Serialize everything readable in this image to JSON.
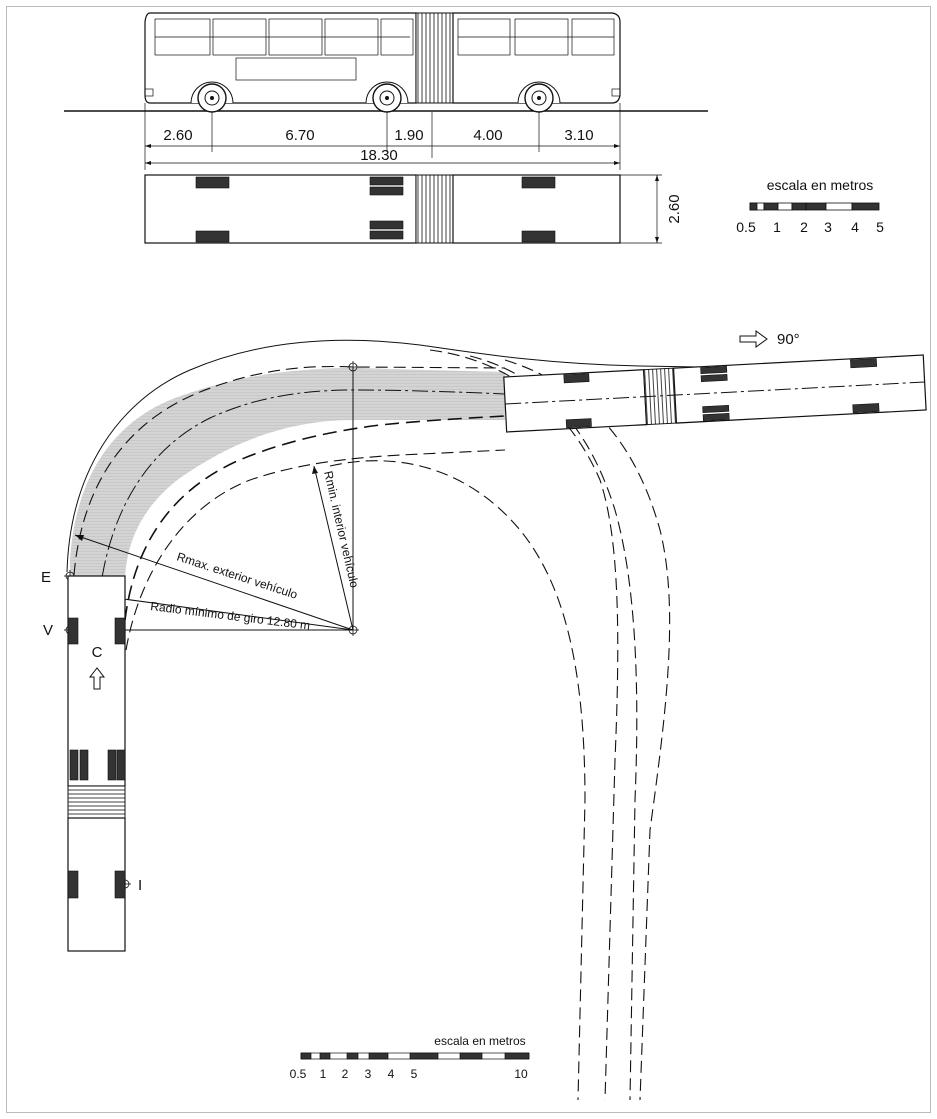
{
  "side_view": {
    "dims": [
      "2.60",
      "6.70",
      "1.90",
      "4.00",
      "3.10"
    ],
    "total": "18.30"
  },
  "plan_view": {
    "width_dim": "2.60"
  },
  "scale_small": {
    "title": "escala en metros",
    "ticks": [
      "0.5",
      "1",
      "2",
      "3",
      "4",
      "5"
    ]
  },
  "scale_large": {
    "title": "escala en metros",
    "ticks": [
      "0.5",
      "1",
      "2",
      "3",
      "4",
      "5",
      "10"
    ]
  },
  "turn": {
    "angle_label": "90°",
    "r_exterior": "Rmax. exterior vehículo",
    "r_interior": "Rmin. interior vehículo",
    "r_min": "Radio mínimo de giro 12.80 m"
  },
  "points": {
    "E": "E",
    "V": "V",
    "C": "C",
    "I": "I"
  }
}
